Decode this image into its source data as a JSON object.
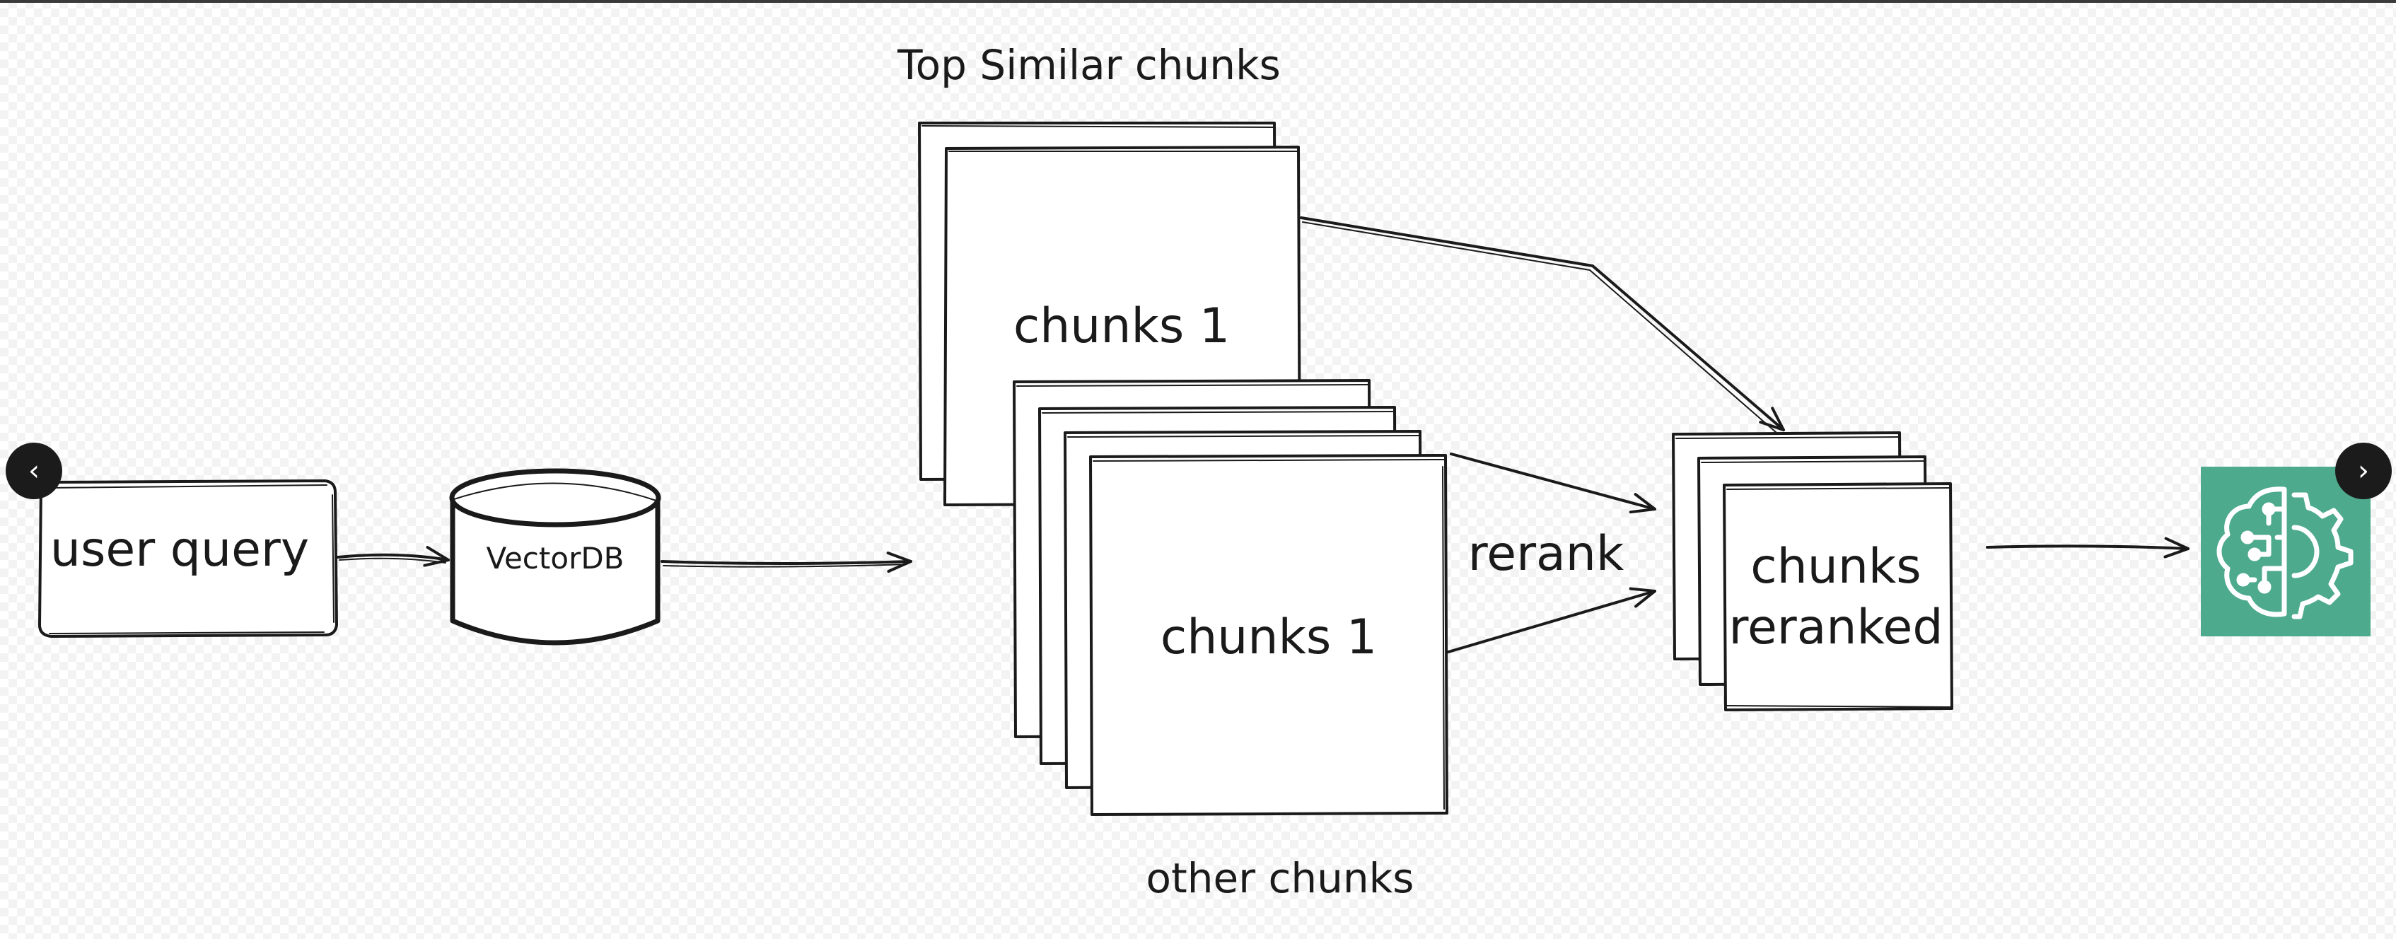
{
  "diagram": {
    "heading_top": "Top Similar chunks",
    "user_query": "user query",
    "vectordb": "VectorDB",
    "chunks_top": "chunks 1",
    "chunks_other": "chunks 1",
    "rerank": "rerank",
    "reranked_line1": "chunks",
    "reranked_line2": "reranked",
    "footer_other": "other chunks"
  },
  "nav": {
    "prev_icon": "chevron-left-icon",
    "next_icon": "chevron-right-icon",
    "prev_glyph": "‹",
    "next_glyph": "›"
  },
  "logo": {
    "icon": "brain-gear-icon",
    "color": "#4daa8d"
  }
}
